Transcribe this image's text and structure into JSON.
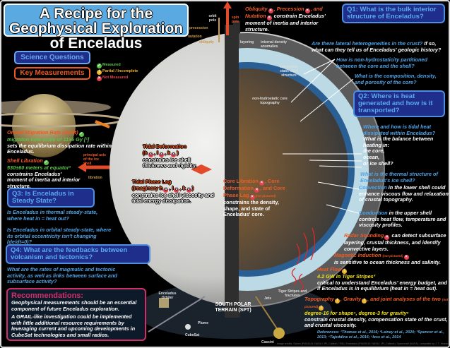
{
  "title": "A Recipe for the Geophysical Exploration of Enceladus",
  "legend": {
    "science_questions": "Science Questions",
    "key_measurements": "Key Measurements",
    "measured": "Measured",
    "partial": "Partial / Incomplete",
    "not_measured": "Not Measured"
  },
  "colors": {
    "question": "#4fa3e6",
    "measurement": "#ee5a24",
    "measured": "#5cc24a",
    "partial": "#f0b42a",
    "not_measured": "#e54050",
    "recommendations": "#d0306a"
  },
  "rotation_labels": {
    "orbit_pole": "orbit pole",
    "precession": "precession",
    "nutation": "nutation",
    "obliquity": "obliquity",
    "spin_pole": "spin pole"
  },
  "interior_labels": {
    "layering": "layering",
    "internal_density": "internal density anomalies",
    "shell_structure": "non-hydro-static shell structure",
    "core_topography": "non-hydrostatic core topography",
    "principal_axis": "principal axis of the ice shell",
    "libration": "libration",
    "jets": "Jets",
    "tiger_stripes": "Tiger Stripes and fractures",
    "spt": "SOUTH POLAR TERRAIN (SPT)",
    "plume": "Plume",
    "orbiter": "Enceladus Orbiter",
    "cubesat": "CubeSat",
    "cassini": "Cassini"
  },
  "rotation": {
    "m1": "Obliquity",
    "m2": ", Precession",
    "m3": ", and",
    "m4": "Nutation",
    "rest": "constrain Enceladus' moment of inertia and interior structure."
  },
  "orbital": {
    "name": "Orbital Migration Rate (da/dt)",
    "value": "migraton time scale of 11±6 Gy [¹]",
    "desc": "sets the equilibrium dissipation rate within Enceladus."
  },
  "shell_lib": {
    "name": "Shell Libration",
    "value": "530±60 meters at equator²",
    "desc": "constrains Enceladus' moment of inertia and interior structure."
  },
  "tidal_def": {
    "name": "Tidal Deformation",
    "params": "(h",
    "p2": ", l",
    "p3": ", k",
    "p4": ")",
    "desc": "constrains ice shell thickness and rigidity."
  },
  "tidal_lag": {
    "name": "Tidal Phase Lag",
    "params": "(Imaginary h",
    "p2": ", l",
    "p3": ", k",
    "p4": ")",
    "desc": "constrains ice shell viscosity and tidal energy dissipation."
  },
  "core": {
    "m1": "Core Libration",
    "m2": ", Core Deformation",
    "m3": ", and Core Phase Lag",
    "np": "(not pictured)",
    "desc": "constrains the density, shape, and state of Enceladus' core."
  },
  "q1": {
    "title": "Q1: What is the bulk interior structure of Enceladus?",
    "a_blue": "Are there lateral heterogeneities in the crust?",
    "a_white": "If so, what can they tell us of Enceladus' geologic history?",
    "b": "How is non-hydrostaticity partitioned between the core and the shell?",
    "c": "What is the composition, density, and porosity of the core?"
  },
  "q2": {
    "title": "Q2: Where is heat generated and how is it transported?",
    "a_blue": "Where and how is tidal heat dissipated within Enceladus?",
    "a_white": "What is the balance between heating in:",
    "core": "the core,",
    "ocean": "ocean,",
    "shell": "or ice shell?",
    "b": "What is the thermal structure of Enceladus's ice shell?",
    "conv": "Convection",
    "conv_desc": "in the lower shell could enhance viscous flow and relaxation of crustal topography.",
    "cond": "Conduction",
    "cond_desc": "in the upper shell controls heat flow, temperature and viscosity profiles."
  },
  "q3": {
    "title": "Q3: Is Enceladus in Steady State?",
    "a": "Is Enceladus in thermal steady-state, where heat in = heat out?",
    "b": "Is Enceladus in orbital steady-state, where its orbital eccentricity isn't changing (de/dt=0)?"
  },
  "q4": {
    "title": "Q4: What are the feedbacks between volcanism and tectonics?",
    "a": "What are the rates of magmatic and tectonic activity, as well as links between surface and subsurface activity?"
  },
  "radar": {
    "name": "Radar Sounding",
    "desc": "can detect subsurface layering, crustal thickness, and identify convective layers."
  },
  "magnetic": {
    "name": "Magnetic Induction",
    "np": "(not pictured)",
    "desc": "is sensitive to ocean thickness and salinity."
  },
  "heatflow": {
    "name": "Heat Flow",
    "value": "4.2 GW in Tiger Stripes³",
    "desc": "critical to understand Enceladus' energy budget, and if Enceladus is in equilibrium (heat in = heat out)."
  },
  "topo": {
    "m1": "Topography",
    "m2": ", Gravity",
    "m3": ", and joint analyses of the two",
    "np": "(not pictured)",
    "value": "degree-16 for shape⁴, degree-3 for gravity⁵",
    "desc": "constrain crustal density, compensation state of the crust, and crustal viscosity."
  },
  "recommendations": {
    "title": "Recommendations:",
    "p1": "Geophysical measurements should be an essential component of future Enceladus exploration.",
    "p2": "A GRAIL-like investigation could be implemented with little additional resource requirements by leveraging current and upcoming developments in CubeSat technologies and small radios."
  },
  "references": "References: ¹Thomas et al., 2016; ²Lainey et al., 2020; ³Spencer et al., 2013; ⁴Tajeddine et al., 2016; ⁵Iess et al., 2014",
  "credits": "Image credits: Saturn (PIA11141: NASA / JPL-Caltech / SSI), Enceladus (PIA20013: NASA / JPL-Caltech), Spacecraft (NASA); composite by J. T. Keane."
}
